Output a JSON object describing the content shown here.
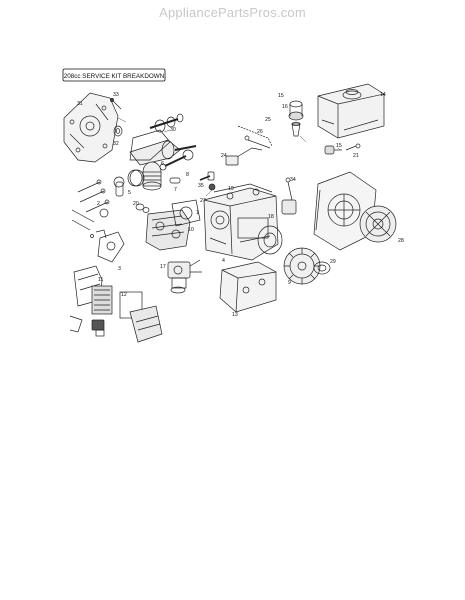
{
  "watermark": "AppliancePartsPros.com",
  "kit_title": "208cc SERVICE KIT BREAKDOWN",
  "callouts": [
    "31",
    "33",
    "32",
    "30",
    "5",
    "6",
    "7",
    "8",
    "15",
    "14",
    "16",
    "26",
    "25",
    "24",
    "35",
    "15",
    "34",
    "2",
    "20",
    "27",
    "19",
    "1",
    "10",
    "3",
    "11",
    "12",
    "4",
    "17",
    "18",
    "9",
    "28",
    "29",
    "13",
    "21"
  ]
}
